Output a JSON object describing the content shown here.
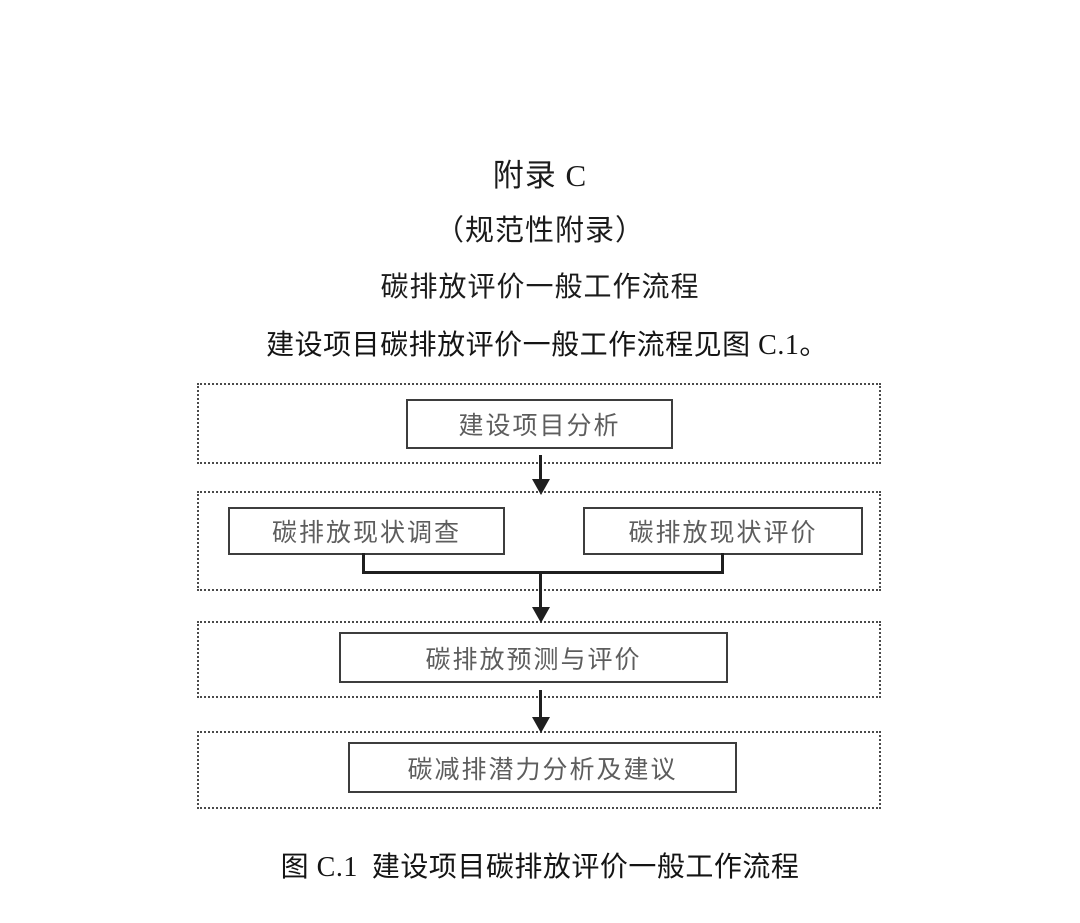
{
  "document": {
    "appendix_label": "附录 C",
    "normative_label": "（规范性附录）",
    "section_title": "碳排放评价一般工作流程",
    "lead_paragraph": "建设项目碳排放评价一般工作流程见图 C.1。"
  },
  "figure": {
    "caption_number": "图 C.1",
    "caption_text": "建设项目碳排放评价一般工作流程",
    "stages": [
      {
        "id": "stage-1",
        "nodes": [
          {
            "id": "node-analysis",
            "label": "建设项目分析"
          }
        ]
      },
      {
        "id": "stage-2",
        "nodes": [
          {
            "id": "node-survey",
            "label": "碳排放现状调查"
          },
          {
            "id": "node-current-ev",
            "label": "碳排放现状评价"
          }
        ]
      },
      {
        "id": "stage-3",
        "nodes": [
          {
            "id": "node-forecast",
            "label": "碳排放预测与评价"
          }
        ]
      },
      {
        "id": "stage-4",
        "nodes": [
          {
            "id": "node-potential",
            "label": "碳减排潜力分析及建议"
          }
        ]
      }
    ],
    "connectors": [
      {
        "id": "conn-1",
        "from": "node-analysis",
        "to": "stage-2",
        "type": "arrow-down"
      },
      {
        "id": "join",
        "from": [
          "node-survey",
          "node-current-ev"
        ],
        "type": "merge-bar"
      },
      {
        "id": "conn-2",
        "from": "join",
        "to": "node-forecast",
        "type": "arrow-down"
      },
      {
        "id": "conn-3",
        "from": "node-forecast",
        "to": "node-potential",
        "type": "arrow-down"
      }
    ]
  },
  "colors": {
    "page_background": "#ffffff",
    "heading_text": "#1b1b1b",
    "node_text": "#5d5d5d",
    "node_border": "#3d3d3d",
    "stage_border": "#4a4a4a",
    "connector": "#1f1f1f"
  }
}
